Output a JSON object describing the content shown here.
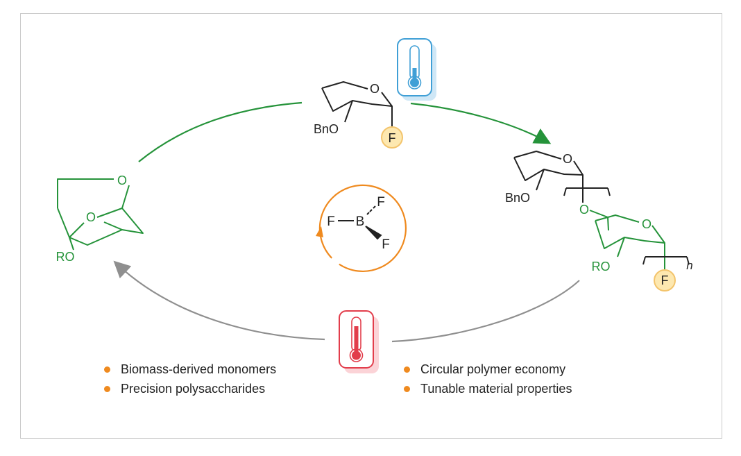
{
  "colors": {
    "green": "#25933a",
    "gray": "#8f8f8f",
    "orange": "#ef8a1f",
    "cold_accent": "#3f9fd6",
    "hot_accent": "#e23d4b",
    "fluorine_badge_fill": "#fde8b0",
    "fluorine_badge_stroke": "#f3c46c",
    "frame_border": "#c9c9c9"
  },
  "icons": {
    "cold": "thermometer-cold-icon",
    "hot": "thermometer-hot-icon",
    "catalyst_cycle": "circular-arrow-icon"
  },
  "monomer": {
    "substituent": "RO",
    "ring_oxygen_top": "O",
    "ring_oxygen_bridge": "O"
  },
  "fluoride_donor": {
    "ring_oxygen": "O",
    "protecting_group": "BnO",
    "fluorine": "F"
  },
  "polymer": {
    "top_unit": {
      "ring_oxygen": "O",
      "protecting_group": "BnO"
    },
    "linker_oxygen": "O",
    "repeat_unit": {
      "ring_oxygen": "O",
      "substituent": "RO"
    },
    "end_group": "F",
    "repeat_index": "n"
  },
  "catalyst": {
    "center_atom": "B",
    "left_ligand": "F",
    "top_ligand": "F",
    "bottom_ligand": "F"
  },
  "bullets_left": [
    "Biomass-derived monomers",
    "Precision polysaccharides"
  ],
  "bullets_right": [
    "Circular polymer economy",
    "Tunable material properties"
  ]
}
